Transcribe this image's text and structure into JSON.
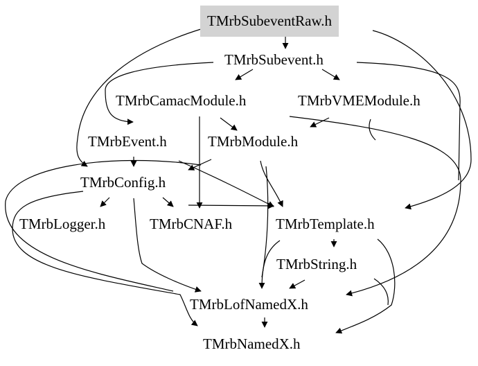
{
  "diagram": {
    "type": "include-dependency-graph",
    "nodes": [
      {
        "id": "raw",
        "label": "TMrbSubeventRaw.h",
        "highlighted": true
      },
      {
        "id": "subevent",
        "label": "TMrbSubevent.h"
      },
      {
        "id": "camac",
        "label": "TMrbCamacModule.h"
      },
      {
        "id": "vme",
        "label": "TMrbVMEModule.h"
      },
      {
        "id": "event",
        "label": "TMrbEvent.h"
      },
      {
        "id": "module",
        "label": "TMrbModule.h"
      },
      {
        "id": "config",
        "label": "TMrbConfig.h"
      },
      {
        "id": "logger",
        "label": "TMrbLogger.h"
      },
      {
        "id": "cnaf",
        "label": "TMrbCNAF.h"
      },
      {
        "id": "template",
        "label": "TMrbTemplate.h"
      },
      {
        "id": "string",
        "label": "TMrbString.h"
      },
      {
        "id": "lofnamed",
        "label": "TMrbLofNamedX.h"
      },
      {
        "id": "named",
        "label": "TMrbNamedX.h"
      }
    ],
    "edges": [
      {
        "from": "raw",
        "to": "subevent"
      },
      {
        "from": "raw",
        "to": "config"
      },
      {
        "from": "raw",
        "to": "template"
      },
      {
        "from": "subevent",
        "to": "camac"
      },
      {
        "from": "subevent",
        "to": "vme"
      },
      {
        "from": "subevent",
        "to": "event"
      },
      {
        "from": "subevent",
        "to": "template"
      },
      {
        "from": "camac",
        "to": "module"
      },
      {
        "from": "camac",
        "to": "cnaf"
      },
      {
        "from": "camac",
        "to": "lofnamed"
      },
      {
        "from": "vme",
        "to": "module"
      },
      {
        "from": "event",
        "to": "config"
      },
      {
        "from": "event",
        "to": "template"
      },
      {
        "from": "module",
        "to": "config"
      },
      {
        "from": "module",
        "to": "template"
      },
      {
        "from": "module",
        "to": "lofnamed"
      },
      {
        "from": "config",
        "to": "logger"
      },
      {
        "from": "config",
        "to": "cnaf"
      },
      {
        "from": "config",
        "to": "template"
      },
      {
        "from": "config",
        "to": "lofnamed"
      },
      {
        "from": "config",
        "to": "named"
      },
      {
        "from": "template",
        "to": "string"
      },
      {
        "from": "template",
        "to": "lofnamed"
      },
      {
        "from": "template",
        "to": "named"
      },
      {
        "from": "string",
        "to": "lofnamed"
      },
      {
        "from": "lofnamed",
        "to": "named"
      }
    ],
    "colors": {
      "highlight_fill": "#d3d3d3",
      "edge": "#000000",
      "text": "#000000"
    }
  }
}
